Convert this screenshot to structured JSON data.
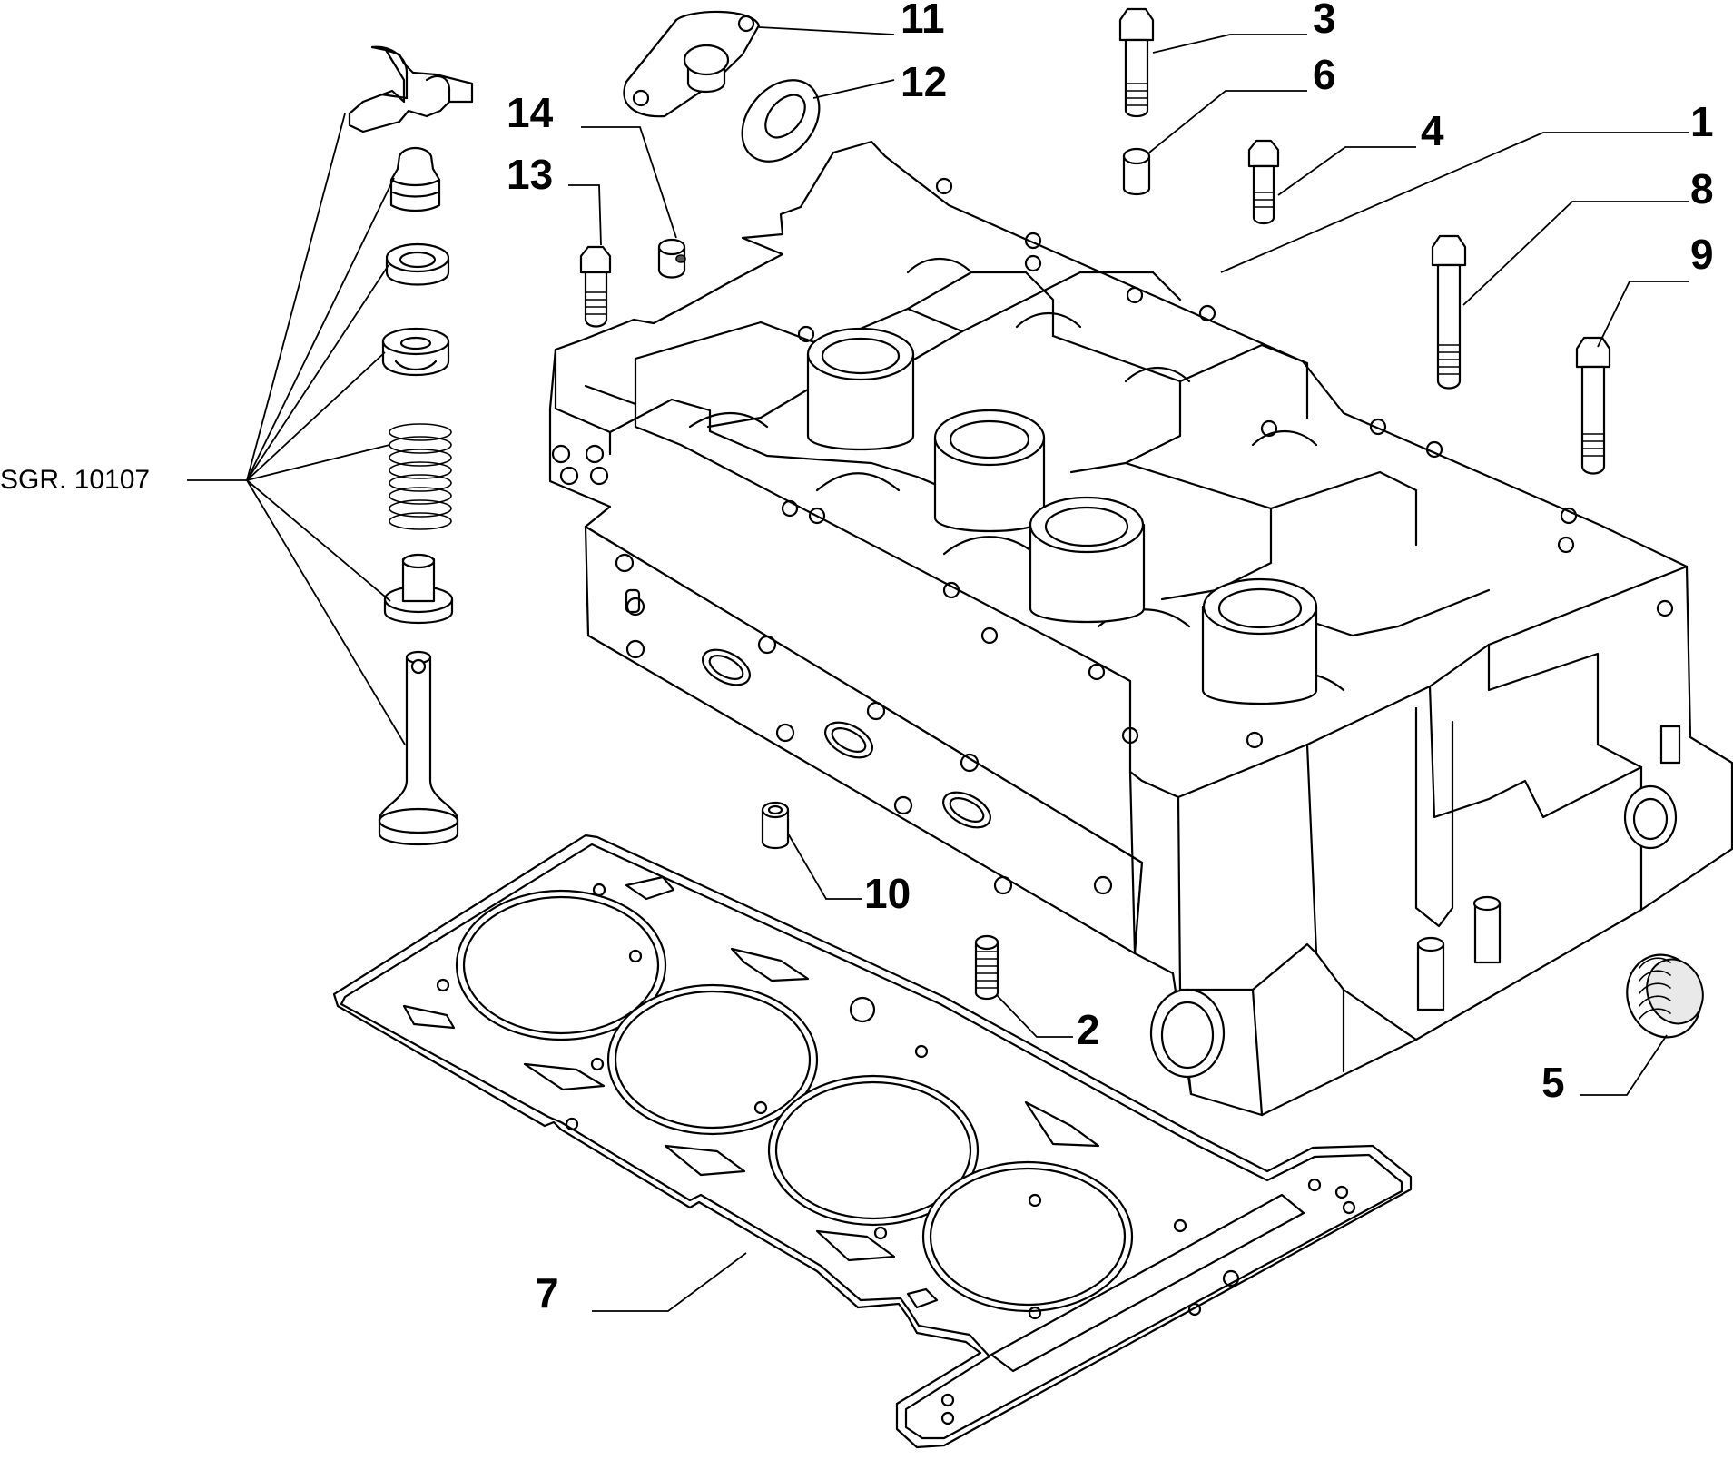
{
  "callouts": {
    "p1": "1",
    "p2": "2",
    "p3": "3",
    "p4": "4",
    "p5": "5",
    "p6": "6",
    "p7": "7",
    "p8": "8",
    "p9": "9",
    "p10": "10",
    "p11": "11",
    "p12": "12",
    "p13": "13",
    "p14": "14"
  },
  "subgroup_ref": "SGR. 10107"
}
